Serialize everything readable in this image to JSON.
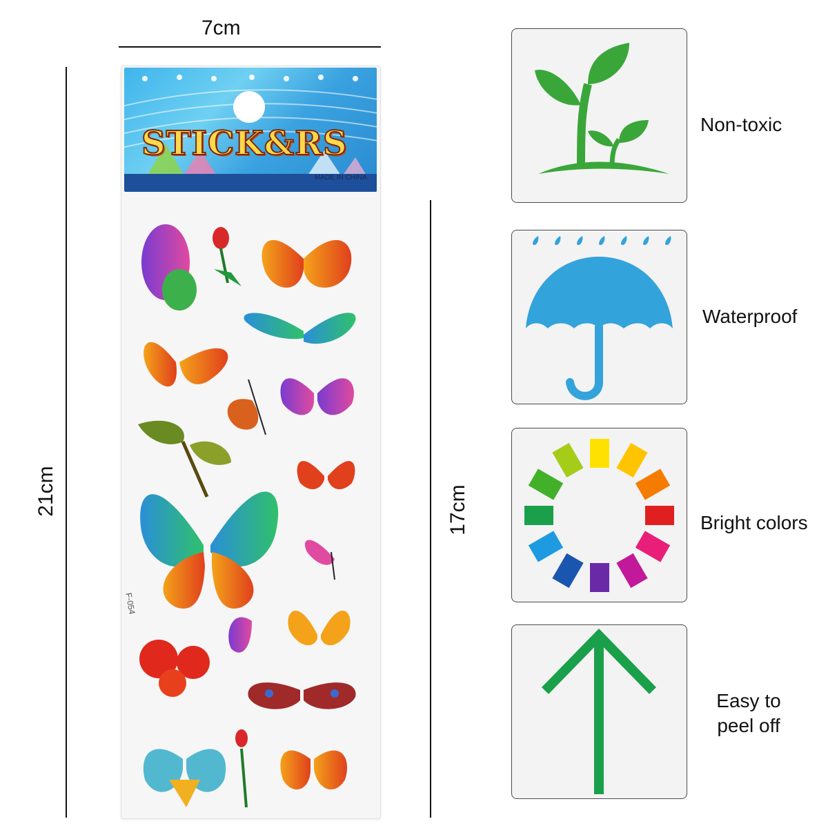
{
  "dimensions": {
    "width_label": "7cm",
    "height_label": "21cm",
    "sticker_area_label": "17cm"
  },
  "sheet": {
    "title": "STICK&RS",
    "made_in": "MADE IN CHINA",
    "code": "F-054"
  },
  "features": [
    {
      "label": "Non-toxic",
      "icon": "sprout-icon"
    },
    {
      "label": "Waterproof",
      "icon": "umbrella-icon"
    },
    {
      "label": "Bright colors",
      "icon": "color-wheel-icon"
    },
    {
      "label_line1": "Easy to",
      "label_line2": "peel off",
      "icon": "arrow-up-icon"
    }
  ],
  "colors": {
    "sprout_green": "#3aa63a",
    "umbrella_blue": "#33a3dc",
    "arrow_green": "#1aa04a"
  }
}
